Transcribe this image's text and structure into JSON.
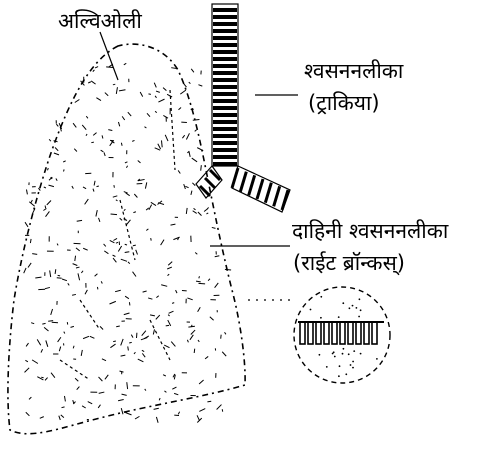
{
  "labels": {
    "alveoli": "अल्विओली",
    "trachea_line1": "श्वसननलीका",
    "trachea_line2": "(ट्राकिया)",
    "bronchus_line1": "दाहिनी श्वसननलीका",
    "bronchus_line2": "(राईट ब्रॉन्कस्)"
  },
  "colors": {
    "ink": "#000000",
    "background": "#ffffff"
  }
}
